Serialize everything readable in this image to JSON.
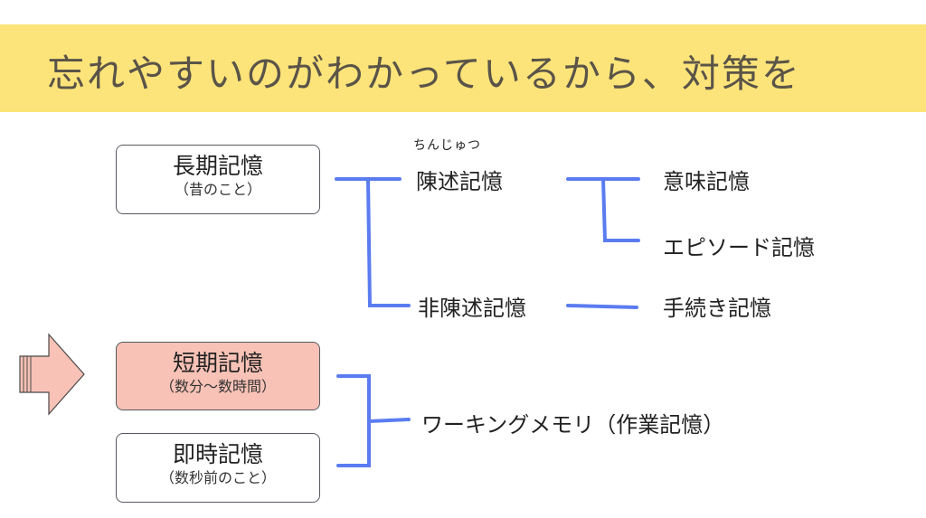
{
  "title": "忘れやすいのがわかっているから、対策を",
  "boxes": {
    "long_term": {
      "main": "長期記憶",
      "sub": "（昔のこと）"
    },
    "short_term": {
      "main": "短期記憶",
      "sub": "（数分〜数時間）"
    },
    "immediate": {
      "main": "即時記憶",
      "sub": "（数秒前のこと）"
    }
  },
  "labels": {
    "declarative_ruby": "ちんじゅつ",
    "declarative": "陳述記憶",
    "nondeclarative": "非陳述記憶",
    "semantic": "意味記憶",
    "episodic": "エピソード記憶",
    "procedural": "手続き記憶",
    "working": "ワーキングメモリ（作業記憶）"
  },
  "colors": {
    "banner": "#fde47a",
    "line": "#5b7cf0",
    "highlight_box": "#f8c2b6",
    "arrow": "#f8c2b6"
  }
}
